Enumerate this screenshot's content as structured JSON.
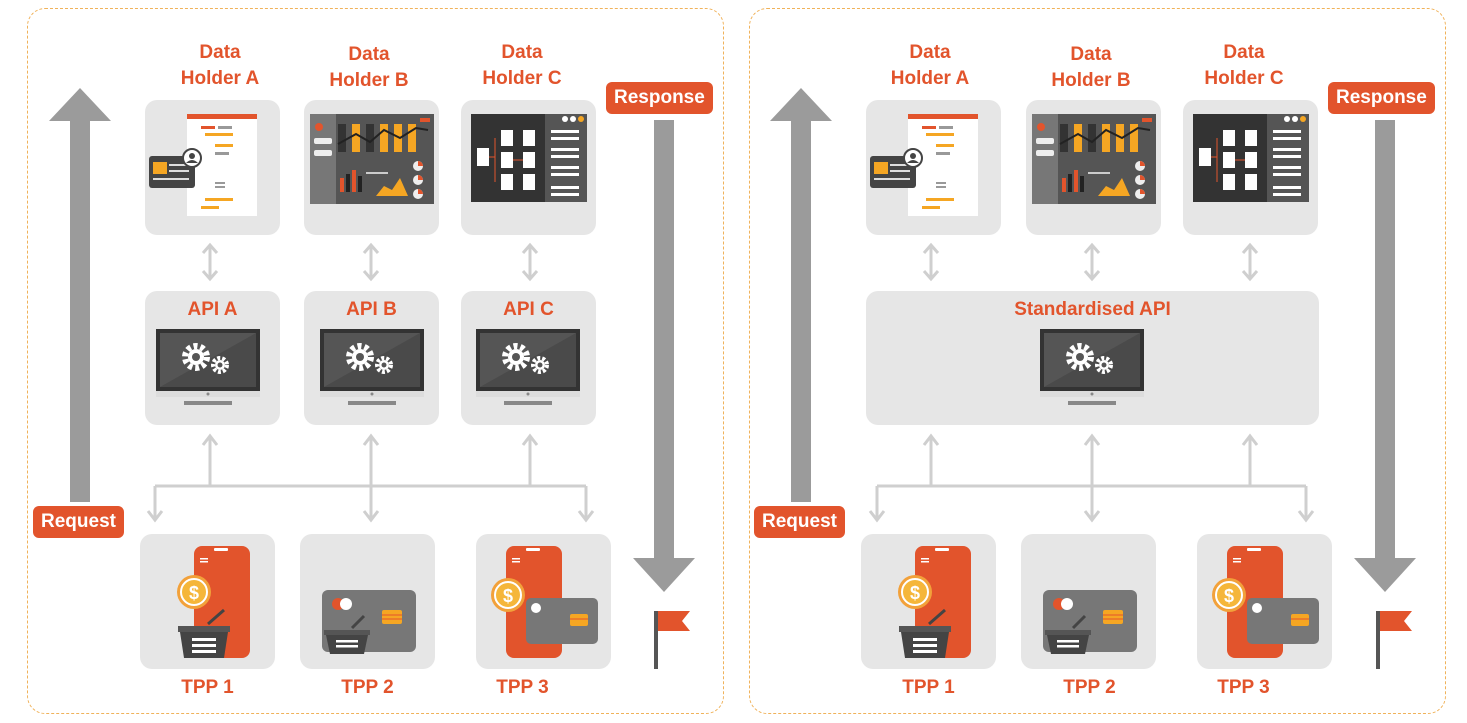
{
  "left": {
    "holders": [
      "Data\nHolder A",
      "Data\nHolder B",
      "Data\nHolder C"
    ],
    "apis": [
      "API A",
      "API B",
      "API C"
    ],
    "tpps": [
      "TPP 1",
      "TPP 2",
      "TPP 3"
    ],
    "request": "Request",
    "response": "Response"
  },
  "right": {
    "holders": [
      "Data\nHolder A",
      "Data\nHolder B",
      "Data\nHolder C"
    ],
    "api": "Standardised API",
    "tpps": [
      "TPP 1",
      "TPP 2",
      "TPP 3"
    ],
    "request": "Request",
    "response": "Response"
  },
  "colors": {
    "accent": "#e2542c",
    "gray": "#9b9b9b",
    "card": "#e6e6e6",
    "border": "#f0b25a"
  }
}
